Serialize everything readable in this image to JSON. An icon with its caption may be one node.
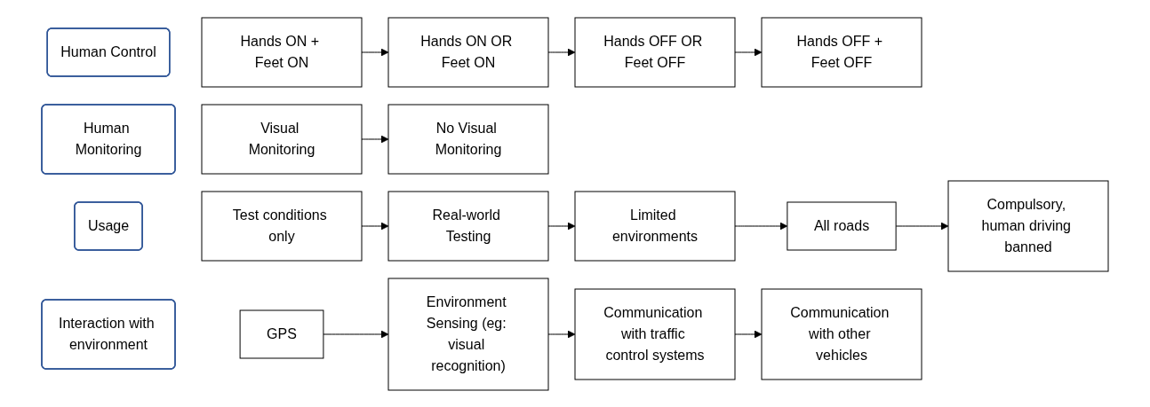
{
  "diagram": {
    "nodes": [
      {
        "text": [
          "Human Control"
        ]
      },
      {
        "text": [
          "Hands ON + Feet ON"
        ]
      },
      {
        "text": [
          "Hands ON OR Feet ON"
        ]
      },
      {
        "text": [
          "Hands OFF OR Feet OFF"
        ]
      },
      {
        "text": [
          "Hands OFF + Feet OFF"
        ]
      },
      {
        "text": [
          "Human Monitoring"
        ]
      },
      {
        "text": [
          "Visual Monitoring"
        ]
      },
      {
        "text": [
          "No Visual Monitoring"
        ]
      },
      {
        "text": [
          "Usage"
        ]
      },
      {
        "text": [
          "Test conditions only"
        ]
      },
      {
        "text": [
          "Real-world Testing"
        ]
      },
      {
        "text": [
          "Limited environments"
        ]
      },
      {
        "text": [
          "All roads"
        ]
      },
      {
        "text": [
          "Compulsory, human driving banned"
        ]
      },
      {
        "text": [
          "Interaction with environment"
        ]
      },
      {
        "text": [
          "GPS"
        ]
      },
      {
        "text": [
          "Environment Sensing (eg: visual recognition)"
        ]
      },
      {
        "text": [
          "Communication with traffic control systems"
        ]
      },
      {
        "text": [
          "Communication with other vehicles"
        ]
      }
    ],
    "edges": [
      {
        "from": 1,
        "to": 2,
        "arrow": "to"
      },
      {
        "from": 2,
        "to": 3,
        "arrow": "to"
      },
      {
        "from": 3,
        "to": 4,
        "arrow": "to"
      },
      {
        "from": 6,
        "to": 7,
        "arrow": "to"
      },
      {
        "from": 9,
        "to": 10,
        "arrow": "to"
      },
      {
        "from": 10,
        "to": 11,
        "arrow": "to"
      },
      {
        "from": 11,
        "to": 12,
        "arrow": "to"
      },
      {
        "from": 12,
        "to": 13,
        "arrow": "to"
      },
      {
        "from": 15,
        "to": 16,
        "arrow": "to"
      },
      {
        "from": 16,
        "to": 17,
        "arrow": "to"
      },
      {
        "from": 17,
        "to": 18,
        "arrow": "to"
      }
    ]
  }
}
